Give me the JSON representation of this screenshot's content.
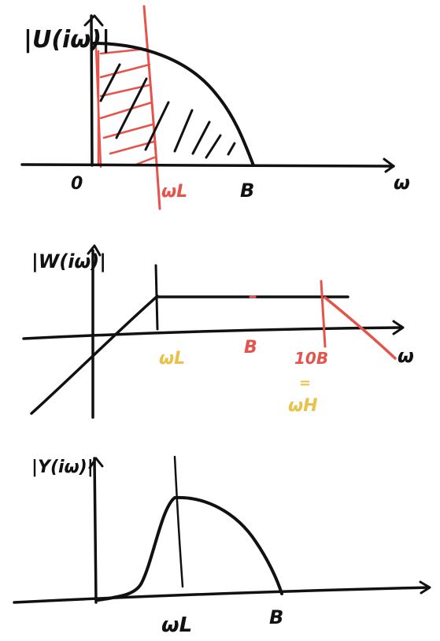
{
  "colors": {
    "ink": "#111111",
    "red": "#e5534b",
    "yellow": "#e9c24a",
    "background": "#ffffff"
  },
  "panel1": {
    "ylabel": "|U(iω)|",
    "xlabel": "ω",
    "origin_label": "0",
    "cutoff_label": "ωL",
    "band_label": "B"
  },
  "panel2": {
    "ylabel": "|W(iω)|",
    "xlabel": "ω",
    "cutoff_label": "ωL",
    "band_label": "B",
    "high_label": "10B",
    "equals_label": "=",
    "high_cutoff_label": "ωH"
  },
  "panel3": {
    "ylabel": "|Y(iω)|",
    "cutoff_label": "ωL",
    "band_label": "B"
  }
}
